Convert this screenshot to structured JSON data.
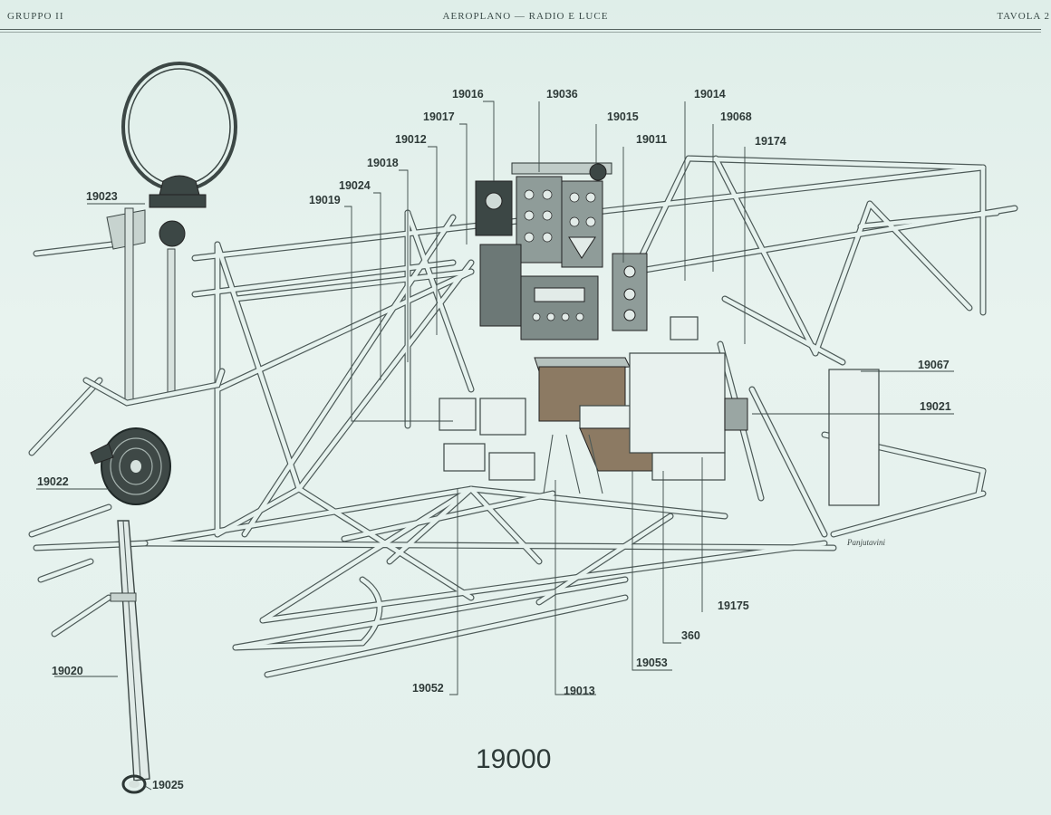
{
  "header": {
    "left": "GRUPPO II",
    "center": "AEROPLANO — RADIO E LUCE",
    "right": "TAVOLA 2"
  },
  "figure_number": "19000",
  "signature": "Panjutavini",
  "labels": {
    "l19016": "19016",
    "l19036": "19036",
    "l19014": "19014",
    "l19017": "19017",
    "l19015": "19015",
    "l19068": "19068",
    "l19012": "19012",
    "l19011": "19011",
    "l19174": "19174",
    "l19018": "19018",
    "l19023": "19023",
    "l19024": "19024",
    "l19019": "19019",
    "l19067": "19067",
    "l19021": "19021",
    "l19022": "19022",
    "l19175": "19175",
    "l360": "360",
    "l19053": "19053",
    "l19020": "19020",
    "l19052": "19052",
    "l19013": "19013",
    "l19025": "19025"
  }
}
